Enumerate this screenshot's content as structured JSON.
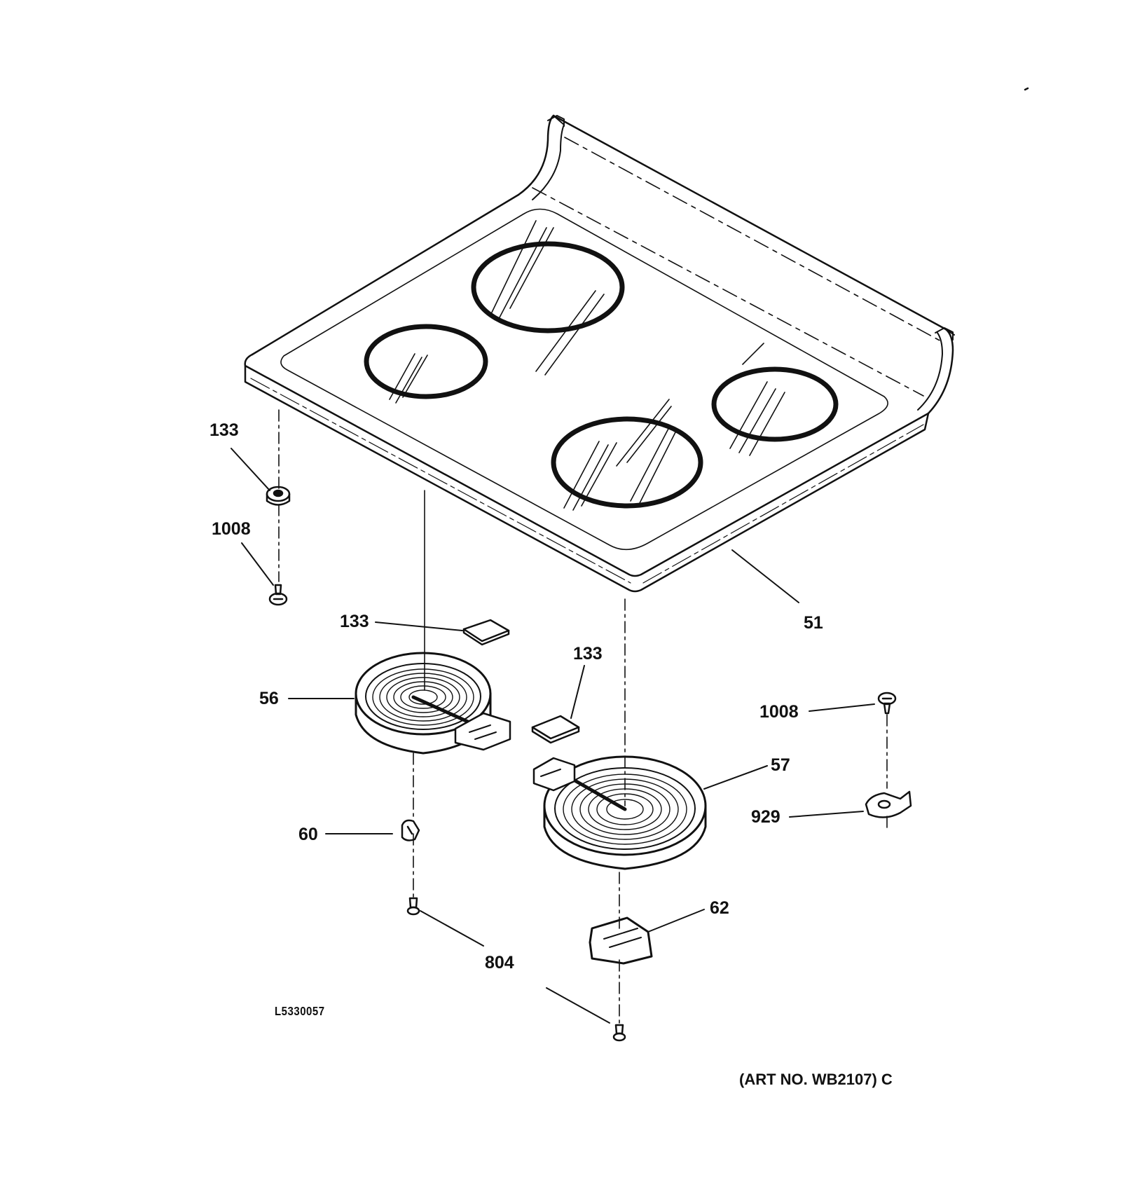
{
  "callouts": {
    "c133_left": "133",
    "c1008_left": "1008",
    "c133_mid": "133",
    "c133_right": "133",
    "c51": "51",
    "c56": "56",
    "c1008_right": "1008",
    "c57": "57",
    "c929": "929",
    "c60": "60",
    "c62": "62",
    "c804": "804"
  },
  "drawing_code": "L5330057",
  "art_number": "(ART NO. WB2107) C"
}
